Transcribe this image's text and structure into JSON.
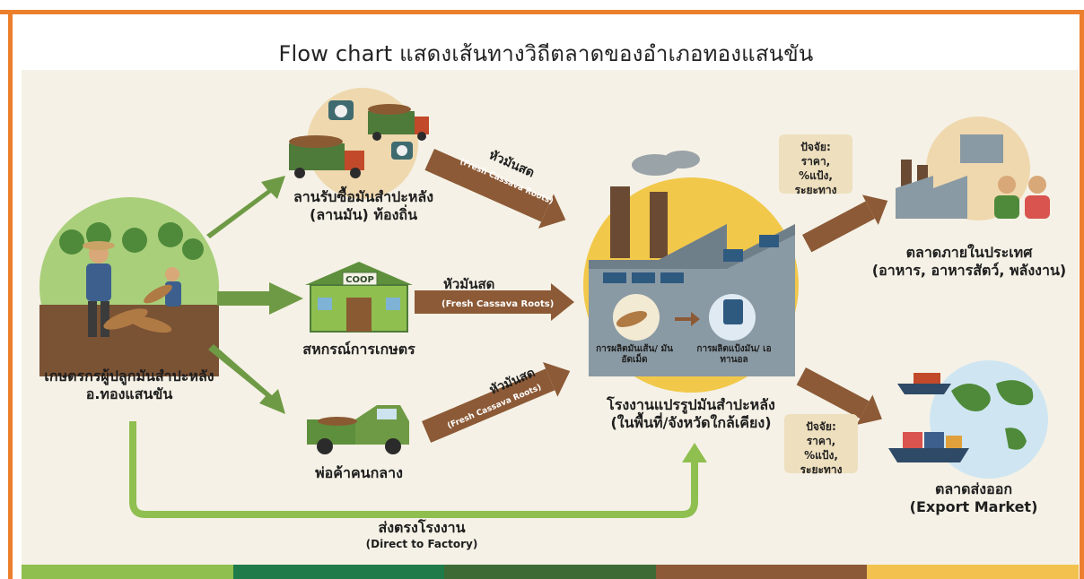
{
  "title": "Flow chart แสดงเส้นทางวิถีตลาดของอำเภอทองแสนขัน",
  "nodes": {
    "farmer": {
      "line1": "เกษตรกรผู้ปลูกมันสำปะหลัง",
      "line2": "อ.ทองแสนขัน"
    },
    "yard": {
      "line1": "ลานรับซื้อมันสำปะหลัง",
      "line2": "(ลานมัน) ท้องถิ่น"
    },
    "coop": {
      "line1": "สหกรณ์การเกษตร",
      "sign": "COOP"
    },
    "middleman": {
      "line1": "พ่อค้าคนกลาง"
    },
    "factory": {
      "line1": "โรงงานแปรรูปมันสำปะหลัง",
      "line2": "(ในพื้นที่/จังหวัดใกล้เคียง)",
      "process_left": "การผลิตมันเส้น/ มันอัดเม็ด",
      "process_right": "การผลิตแป้งมัน/ เอทานอล"
    },
    "domestic": {
      "line1": "ตลาดภายในประเทศ",
      "line2": "(อาหาร, อาหารสัตว์, พลังงาน)"
    },
    "export": {
      "line1": "ตลาดส่งออก",
      "line2": "(Export Market)"
    }
  },
  "edges": {
    "roots_th": "หัวมันสด",
    "roots_en": "(Fresh Cassava Roots)",
    "direct_th": "ส่งตรงโรงงาน",
    "direct_en": "(Direct to Factory)"
  },
  "factors": {
    "domestic": {
      "l1": "ปัจจัย:",
      "l2": "ราคา, %แป้ง,",
      "l3": "ระยะทาง"
    },
    "export": {
      "l1": "ปัจจัย:",
      "l2": "ราคา, %แป้ง,",
      "l3": "ระยะทาง"
    }
  },
  "colors": {
    "frame": "#ec7f2d",
    "green_arrow": "#6f9a45",
    "brown_arrow": "#8c5a36",
    "factory_body": "#8a9aa4",
    "factory_glow": "#f1c84a",
    "bottom_bar": [
      "#8fbf4f",
      "#1f7b4a",
      "#3e6b35",
      "#8c5a36",
      "#f2c14e"
    ]
  }
}
